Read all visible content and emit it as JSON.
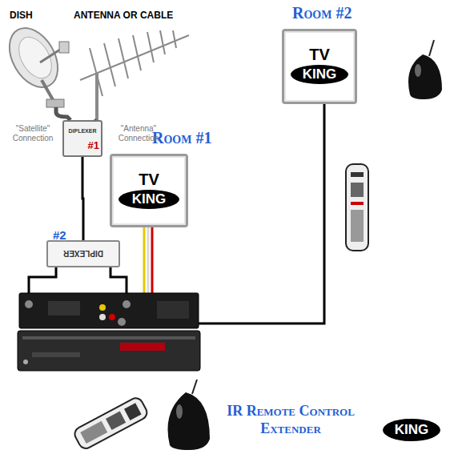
{
  "diagram": {
    "nodes": [
      {
        "text": [
          "Room #2",
          "TV",
          "KING"
        ]
      },
      {
        "text": [
          "DIPLEXER",
          "#1"
        ]
      },
      {
        "text": [
          "Room #1",
          "TV",
          "KING"
        ]
      },
      {
        "text": [
          "#2",
          "DIPLEXER"
        ]
      },
      {
        "text": [
          "KING"
        ]
      }
    ],
    "edges": [
      {
        "from": 1,
        "to": 3,
        "arrow": "none"
      }
    ],
    "labels": [
      "DISH",
      "ANTENNA OR CABLE",
      "\"Satellite\" Connection",
      "\"Antenna\" Connection",
      "IR Remote Control Extender"
    ]
  }
}
